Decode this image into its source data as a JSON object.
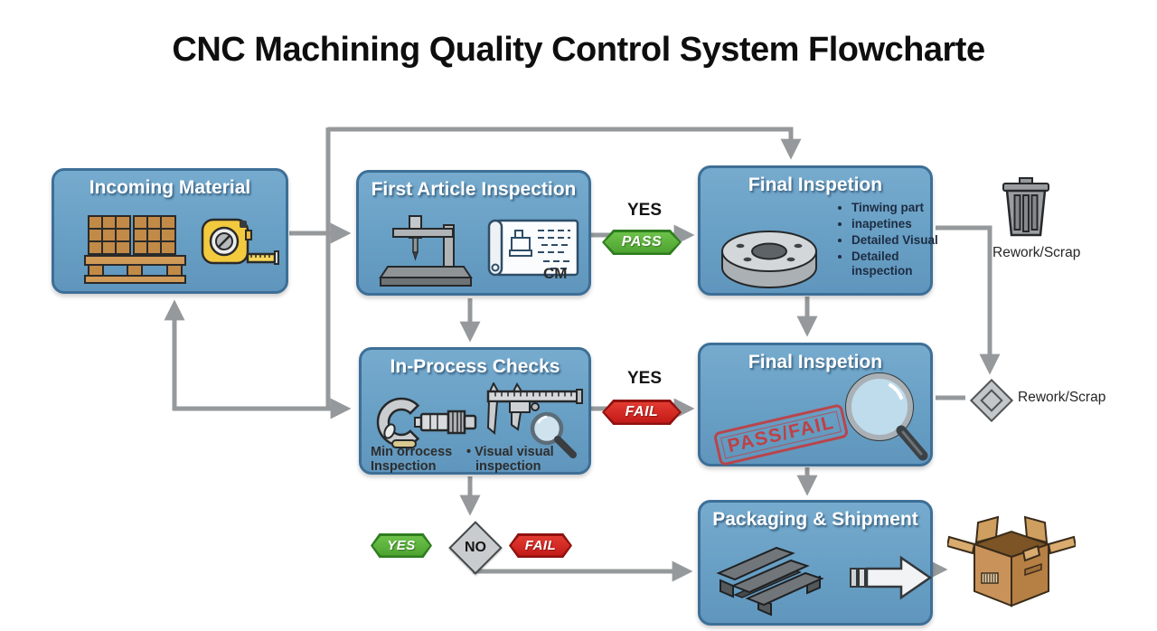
{
  "title": "CNC Machining Quality Control System Flowcharte",
  "nodes": {
    "incoming": {
      "title": "Incoming Material"
    },
    "first_article": {
      "title": "First Article Inspection",
      "cm_label": "CM"
    },
    "final_top": {
      "title": "Final Inspetion",
      "bullets": [
        "Tinwing part",
        "inapetines",
        "Detailed Visual",
        "Detailed inspection"
      ]
    },
    "in_process": {
      "title": "In-Process Checks",
      "note1_line1": "Min orrocess",
      "note1_line2": "Inspection",
      "note2_line1": "• Visual visual",
      "note2_line2": "inspection"
    },
    "final_mid": {
      "title": "Final Inspetion",
      "stamp": "PASS/FAIL"
    },
    "packaging": {
      "title": "Packaging & Shipment"
    }
  },
  "labels": {
    "yes_top": "YES",
    "pass": "PASS",
    "yes_mid": "YES",
    "fail_mid": "FAIL",
    "yes_bottom": "YES",
    "no": "NO",
    "fail_bottom": "FAIL",
    "rework_top": "Rework/Scrap",
    "rework_mid": "Rework/Scrap"
  },
  "colors": {
    "node_fill": "#6ba3c7",
    "node_border": "#3d6f97",
    "arrow": "#96999b",
    "pass_green": "#4ea331",
    "fail_red": "#c41a18",
    "stamp_red": "#c5393b"
  }
}
